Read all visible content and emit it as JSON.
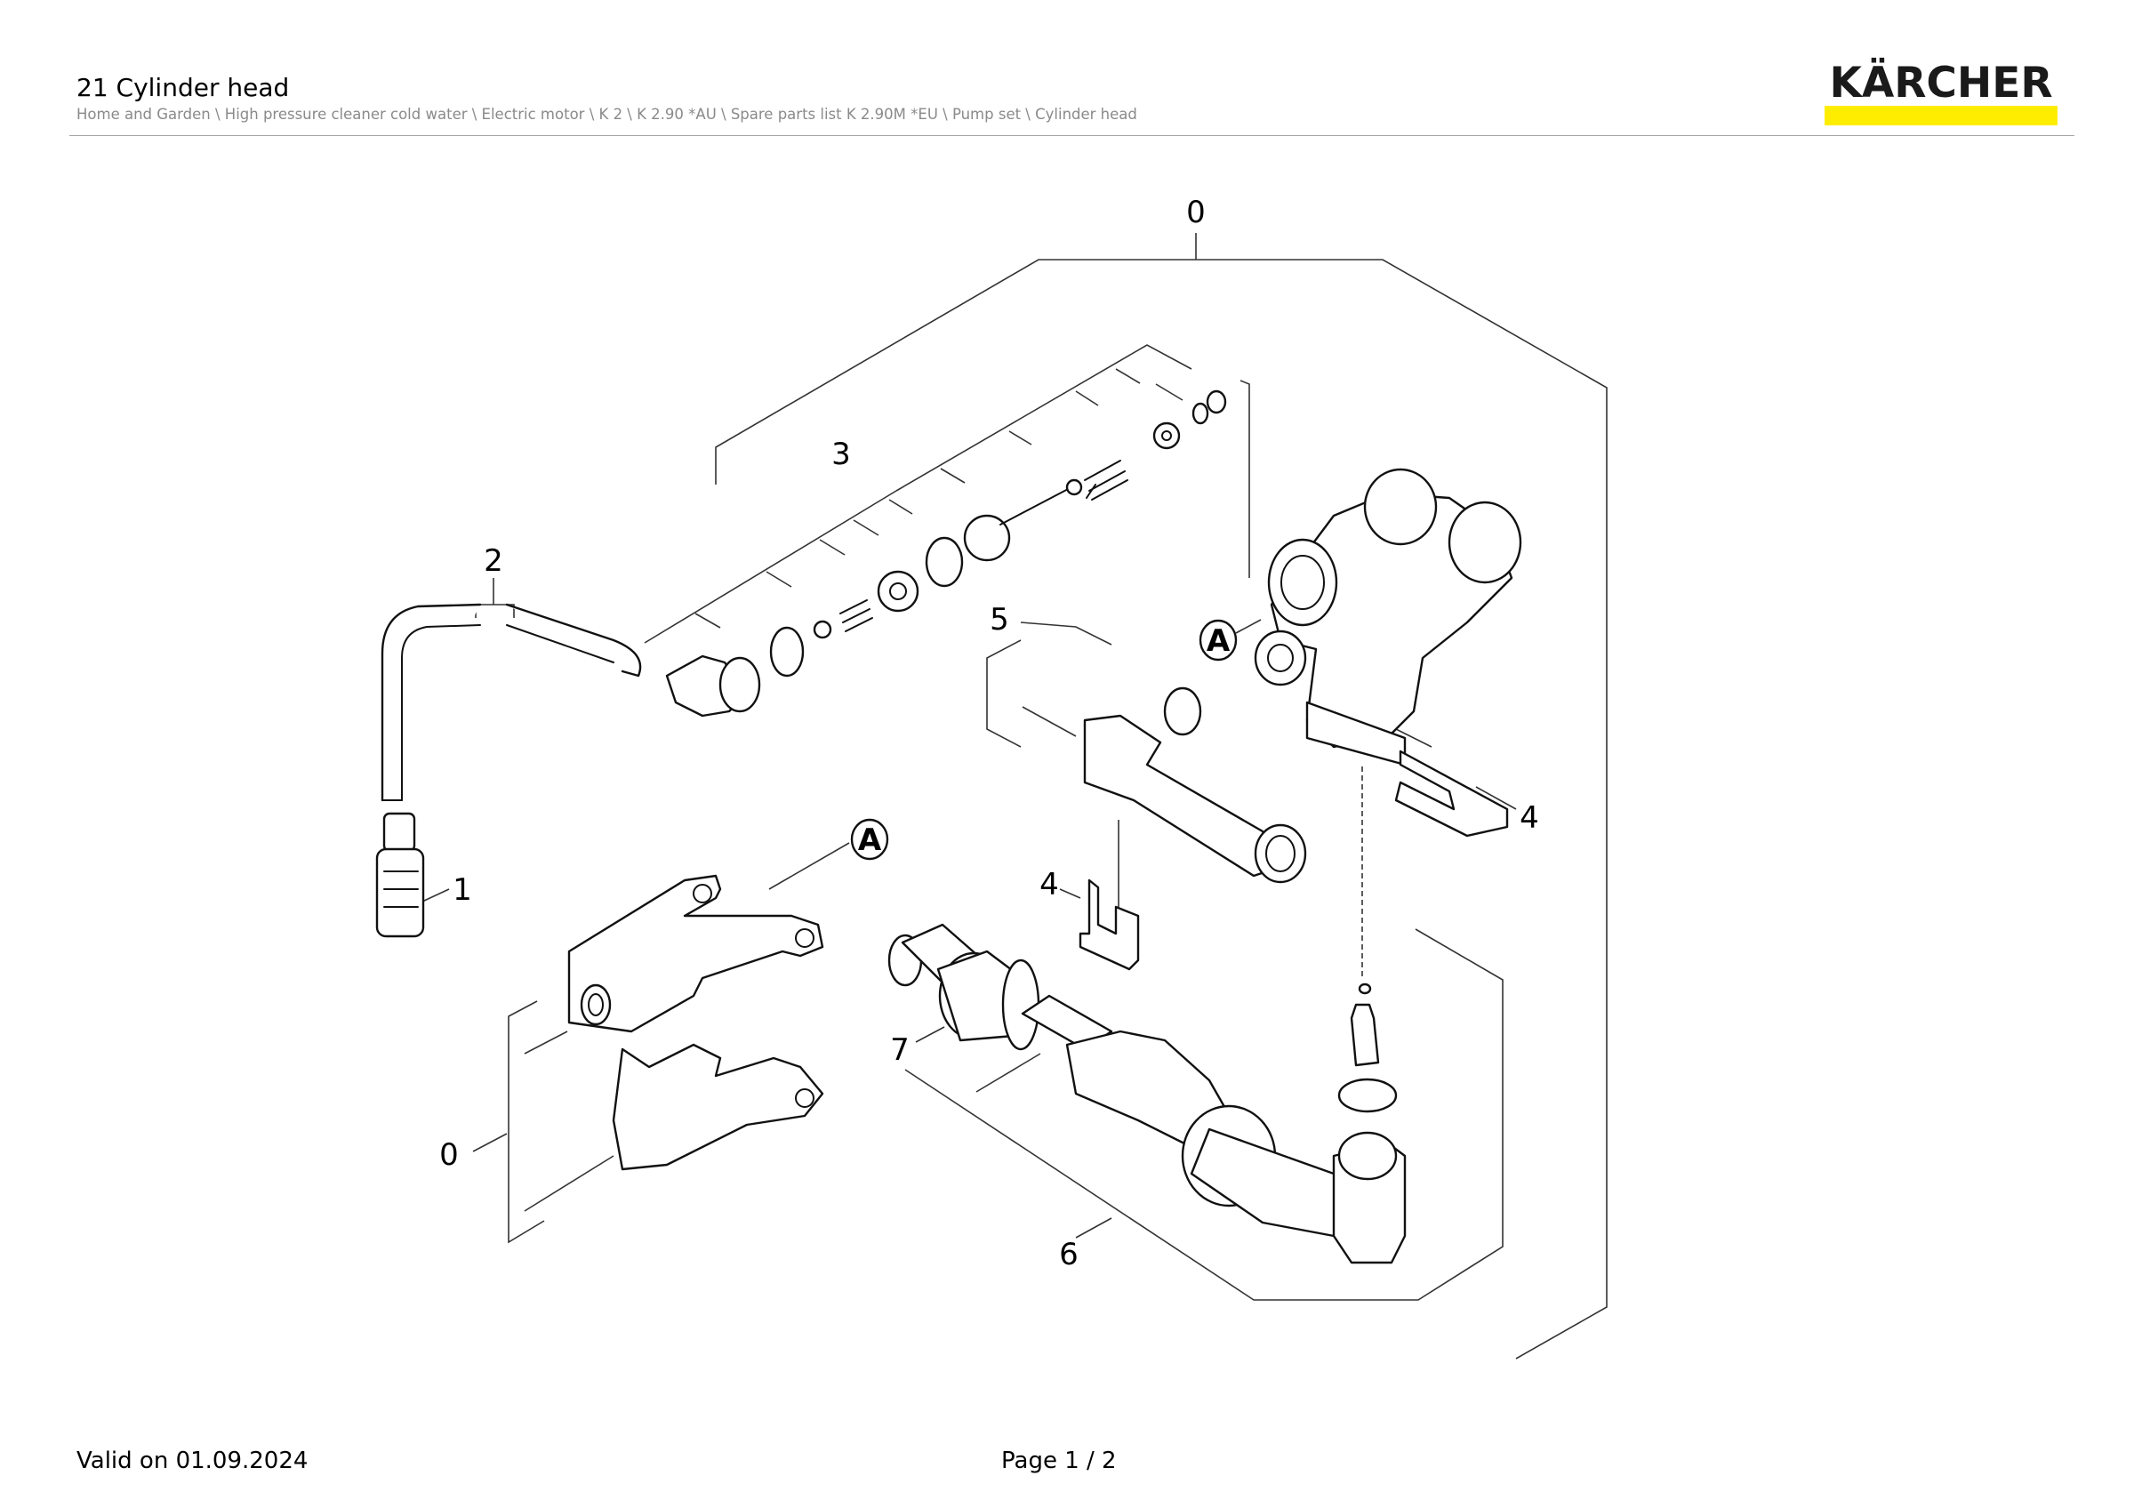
{
  "header": {
    "title": "21 Cylinder head",
    "breadcrumb": "Home and Garden \\ High pressure cleaner cold water \\ Electric motor \\ K 2 \\ K 2.90 *AU \\ Spare parts list K 2.90M *EU \\ Pump set \\ Cylinder head",
    "logo_text": "KÄRCHER"
  },
  "colors": {
    "brand_yellow": "#ffed00",
    "rule": "#a6a6a6",
    "breadcrumb": "#8a8a8a"
  },
  "diagram": {
    "callouts": {
      "c0_top": "0",
      "c0_left": "0",
      "c1": "1",
      "c2": "2",
      "c3": "3",
      "c4_mid": "4",
      "c4_right": "4",
      "c5": "5",
      "c6": "6",
      "c7": "7",
      "marker_a1": "A",
      "marker_a2": "A"
    }
  },
  "footer": {
    "valid": "Valid on 01.09.2024",
    "page": "Page 1 / 2"
  }
}
